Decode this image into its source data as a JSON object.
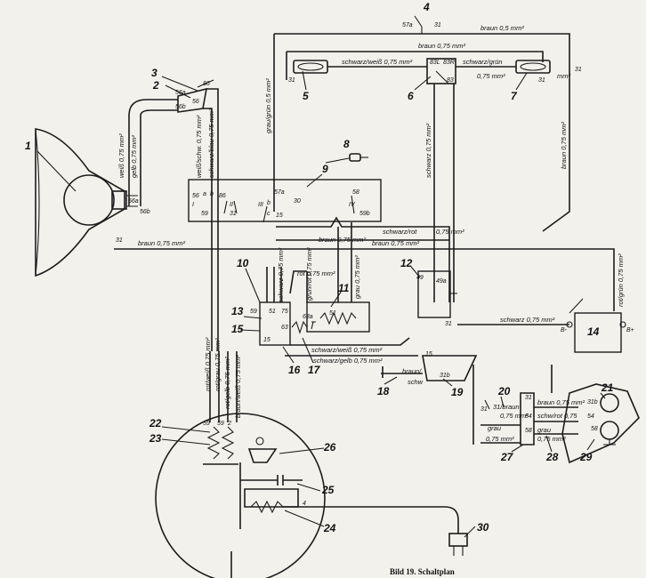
{
  "caption": "Bild 19. Schaltplan",
  "callouts": [
    "1",
    "2",
    "3",
    "4",
    "5",
    "6",
    "7",
    "8",
    "9",
    "10",
    "11",
    "12",
    "13",
    "14",
    "15",
    "16",
    "17",
    "18",
    "19",
    "20",
    "21",
    "22",
    "23",
    "24",
    "25",
    "26",
    "27",
    "28",
    "29",
    "30"
  ],
  "wire_labels": {
    "braun_05": "braun 0,5 mm²",
    "braun_075_top": "braun 0,75 mm²",
    "schwarz_weiss_top": "schwarz/weiß 0,75 mm²",
    "schwarz_gruen": "schwarz/grün",
    "schwarz_gruen_size": "0,75 mm²",
    "braun_075_lamp7": "braun 0,75 mm²",
    "grau_gruen_05": "grau/grün 0,5 mm²",
    "schwarz_075_v": "schwarz 0,75 mm²",
    "braun_075_right_v": "braun 0,75 mm²",
    "weiss_075": "weiß 0,75 mm²",
    "gelb_075": "gelb 0,75 mm²",
    "weiss_schw": "weiß/schw. 0,75 mm²",
    "schwarz_blau": "schwarz/blau 0,75 mm²",
    "braun_075_mid": "braun 0,75 mm²",
    "schwarz_rot": "schwarz/rot",
    "size_075": "0,75 mm²",
    "braun_075_right": "braun 0,75 mm²",
    "rot_075": "rot 0,75 mm²",
    "schwarz_075_sw": "schwarz 0,75 mm²",
    "gruen_rot": "grün/rot 0,75 mm²",
    "grau_075": "grau 0,75 mm²",
    "rot_gruen": "rot/grün 0,75 mm²",
    "schwarz_075_bat": "schwarz 0,75 mm²",
    "schwarz_weiss_low": "schwarz/weiß 0,75 mm²",
    "schwarz_gelb": "schwarz/gelb 0,75 mm²",
    "rot_weiss": "rot/weiß 0,75 mm²",
    "rot_grau": "rot/grau 0,75 mm²",
    "rot_gelb": "rot/gelb 0,75 mm²",
    "braun_weiss": "braun/weiß 0,75 mm²",
    "braun_schw": "braun/",
    "schw": "schw",
    "braun_31": "31/braun",
    "size_075b": "0,75 mm²",
    "braun_horn": "braun 0,75 mm²",
    "schwarz_rot_horn": "schw/rot 0,75",
    "grau_horn": "grau",
    "grau_horn_size": "0,75 mm²",
    "grau_l": "grau",
    "mm2": "mm²"
  },
  "terminals": {
    "t56a_hl": "56a",
    "t56b_hl": "56b",
    "t56a_sw": "56a",
    "t56b_sw": "56b",
    "t56": "56",
    "t86": "86",
    "t57a": "57a",
    "t31_top": "31",
    "t31_l5": "31",
    "t83l": "83L",
    "t83r": "83R",
    "t83": "83",
    "t31_l7": "31",
    "t31_r": "31",
    "t1": "I",
    "t2": "II",
    "t3": "III",
    "t4": "IV",
    "ta": "a",
    "tb": "b",
    "t56m": "56",
    "t59": "59",
    "t86m": "86",
    "t57am": "57a",
    "t30": "30",
    "tb2": "b",
    "tc": "c",
    "t15": "15",
    "t58": "58",
    "t59b": "59b",
    "t31_mid": "31",
    "t31_sw": "31",
    "t59_r": "59",
    "t51": "51",
    "t63": "63",
    "t63a": "63a",
    "t51b": "51",
    "t15b": "15",
    "t49": "49",
    "t49a": "49a",
    "t31_bat": "31",
    "bminus": "B-",
    "bplus": "B+",
    "t15c": "15",
    "t31b": "31b",
    "t31_h": "31",
    "t54": "54",
    "t58_h": "58",
    "t31b_h": "31b",
    "t54_h": "54",
    "t58_h2": "58",
    "t59_g": "59",
    "t59_g2": "59",
    "t2_g": "2",
    "t4_g": "4",
    "t2_sw": "2",
    "t75": "75",
    "t31h": "31"
  }
}
